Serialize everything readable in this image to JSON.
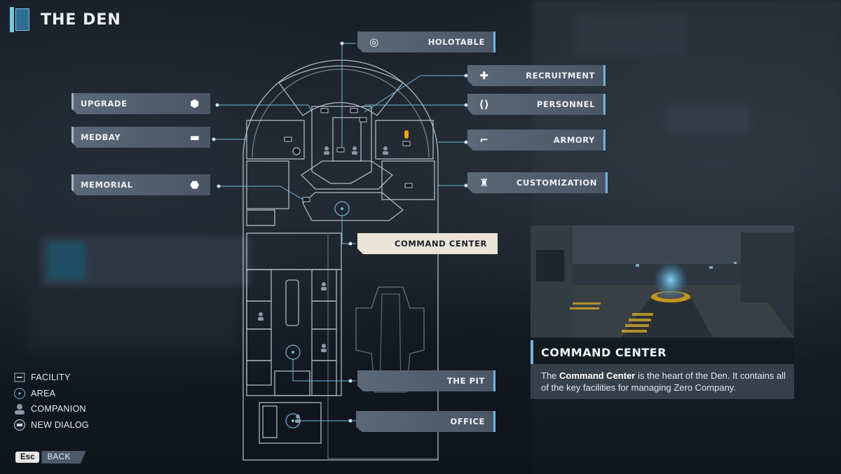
{
  "header": {
    "title": "THE DEN",
    "logo_icon": "den-logo-icon"
  },
  "facilities_left": [
    {
      "label": "UPGRADE",
      "icon": "upgrade-icon"
    },
    {
      "label": "MEDBAY",
      "icon": "medbay-icon"
    },
    {
      "label": "MEMORIAL",
      "icon": "memorial-icon"
    }
  ],
  "facilities_right": [
    {
      "label": "HOLOTABLE",
      "icon": "holotable-icon"
    },
    {
      "label": "RECRUITMENT",
      "icon": "recruitment-icon"
    },
    {
      "label": "PERSONNEL",
      "icon": "personnel-icon"
    },
    {
      "label": "ARMORY",
      "icon": "armory-icon"
    },
    {
      "label": "CUSTOMIZATION",
      "icon": "customization-icon"
    }
  ],
  "areas": [
    {
      "label": "COMMAND CENTER",
      "selected": true
    },
    {
      "label": "THE PIT",
      "selected": false
    },
    {
      "label": "OFFICE",
      "selected": false
    }
  ],
  "legend": [
    {
      "label": "FACILITY",
      "icon": "facility-icon"
    },
    {
      "label": "AREA",
      "icon": "area-icon"
    },
    {
      "label": "COMPANION",
      "icon": "companion-icon"
    },
    {
      "label": "NEW DIALOG",
      "icon": "new-dialog-icon"
    }
  ],
  "back": {
    "key": "Esc",
    "label": "BACK"
  },
  "info": {
    "title": "COMMAND CENTER",
    "desc_pre": "The ",
    "desc_bold": "Command Center",
    "desc_post": " is the heart of the Den. It contains all of the key facilities for managing Zero Company."
  },
  "colors": {
    "accent": "#6fb6da",
    "label_bg": "#55616f",
    "selected_bg": "#e9e3d8",
    "alert": "#f0a020"
  }
}
